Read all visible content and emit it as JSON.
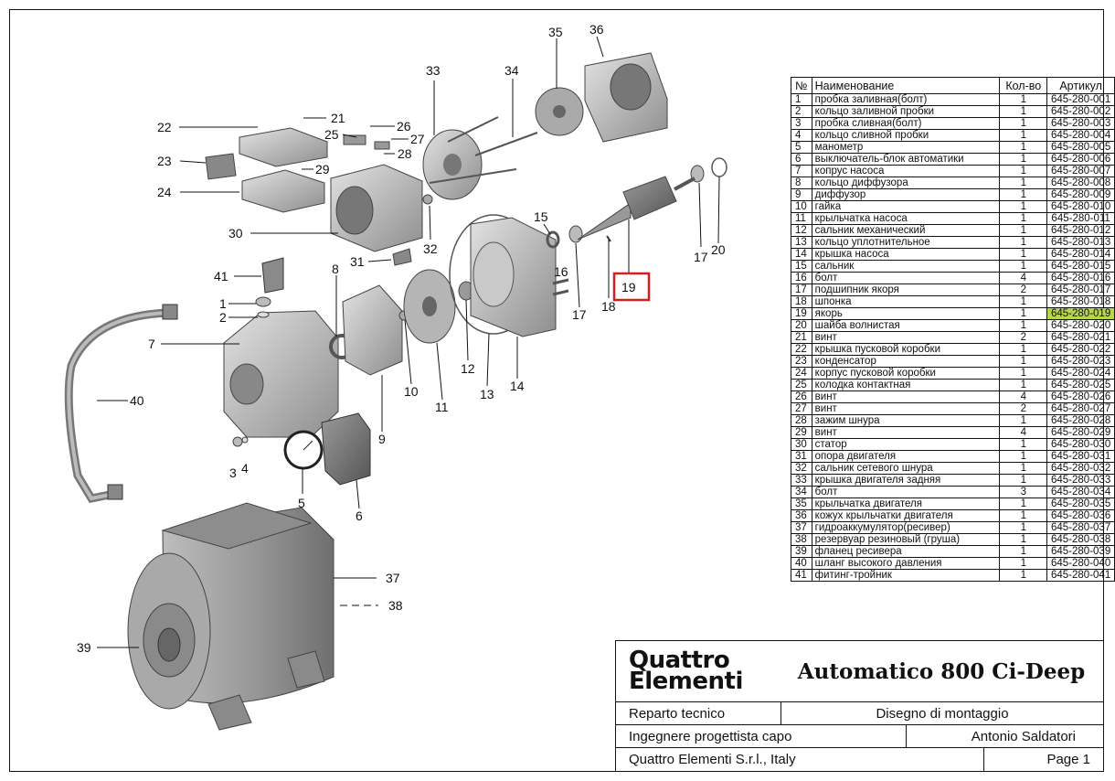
{
  "parts_table": {
    "headers": {
      "no": "№",
      "name": "Наименование",
      "qty": "Кол-во",
      "article": "Артикул"
    },
    "rows": [
      {
        "no": "1",
        "name": "пробка заливная(болт)",
        "qty": "1",
        "article": "645-280-001"
      },
      {
        "no": "2",
        "name": "кольцо заливной пробки",
        "qty": "1",
        "article": "645-280-002"
      },
      {
        "no": "3",
        "name": "пробка сливная(болт)",
        "qty": "1",
        "article": "645-280-003"
      },
      {
        "no": "4",
        "name": "кольцо сливной пробки",
        "qty": "1",
        "article": "645-280-004"
      },
      {
        "no": "5",
        "name": "манометр",
        "qty": "1",
        "article": "645-280-005"
      },
      {
        "no": "6",
        "name": "выключатель-блок автоматики",
        "qty": "1",
        "article": "645-280-006"
      },
      {
        "no": "7",
        "name": "копрус насоса",
        "qty": "1",
        "article": "645-280-007"
      },
      {
        "no": "8",
        "name": "кольцо диффузора",
        "qty": "1",
        "article": "645-280-008"
      },
      {
        "no": "9",
        "name": "диффузор",
        "qty": "1",
        "article": "645-280-009"
      },
      {
        "no": "10",
        "name": "гайка",
        "qty": "1",
        "article": "645-280-010"
      },
      {
        "no": "11",
        "name": "крыльчатка насоса",
        "qty": "1",
        "article": "645-280-011"
      },
      {
        "no": "12",
        "name": "сальник механический",
        "qty": "1",
        "article": "645-280-012"
      },
      {
        "no": "13",
        "name": "кольцо уплотнительное",
        "qty": "1",
        "article": "645-280-013"
      },
      {
        "no": "14",
        "name": "крышка насоса",
        "qty": "1",
        "article": "645-280-014"
      },
      {
        "no": "15",
        "name": "сальник",
        "qty": "1",
        "article": "645-280-015"
      },
      {
        "no": "16",
        "name": "болт",
        "qty": "4",
        "article": "645-280-016"
      },
      {
        "no": "17",
        "name": "подшипник якоря",
        "qty": "2",
        "article": "645-280-017"
      },
      {
        "no": "18",
        "name": "шпонка",
        "qty": "1",
        "article": "645-280-018"
      },
      {
        "no": "19",
        "name": "якорь",
        "qty": "1",
        "article": "645-280-019",
        "highlight": true
      },
      {
        "no": "20",
        "name": "шайба волнистая",
        "qty": "1",
        "article": "645-280-020"
      },
      {
        "no": "21",
        "name": "винт",
        "qty": "2",
        "article": "645-280-021"
      },
      {
        "no": "22",
        "name": "крышка пусковой коробки",
        "qty": "1",
        "article": "645-280-022"
      },
      {
        "no": "23",
        "name": "конденсатор",
        "qty": "1",
        "article": "645-280-023"
      },
      {
        "no": "24",
        "name": "корпус пусковой коробки",
        "qty": "1",
        "article": "645-280-024"
      },
      {
        "no": "25",
        "name": "колодка контактная",
        "qty": "1",
        "article": "645-280-025"
      },
      {
        "no": "26",
        "name": "винт",
        "qty": "4",
        "article": "645-280-026"
      },
      {
        "no": "27",
        "name": "винт",
        "qty": "2",
        "article": "645-280-027"
      },
      {
        "no": "28",
        "name": "зажим шнура",
        "qty": "1",
        "article": "645-280-028"
      },
      {
        "no": "29",
        "name": "винт",
        "qty": "4",
        "article": "645-280-029"
      },
      {
        "no": "30",
        "name": "статор",
        "qty": "1",
        "article": "645-280-030"
      },
      {
        "no": "31",
        "name": "опора двигателя",
        "qty": "1",
        "article": "645-280-031"
      },
      {
        "no": "32",
        "name": "сальник сетевого шнура",
        "qty": "1",
        "article": "645-280-032"
      },
      {
        "no": "33",
        "name": "крышка двигателя задняя",
        "qty": "1",
        "article": "645-280-033"
      },
      {
        "no": "34",
        "name": "болт",
        "qty": "3",
        "article": "645-280-034"
      },
      {
        "no": "35",
        "name": "крыльчатка двигателя",
        "qty": "1",
        "article": "645-280-035"
      },
      {
        "no": "36",
        "name": "кожух крыльчатки двигателя",
        "qty": "1",
        "article": "645-280-036"
      },
      {
        "no": "37",
        "name": "гидроаккумулятор(ресивер)",
        "qty": "1",
        "article": "645-280-037"
      },
      {
        "no": "38",
        "name": "резервуар резиновый (груша)",
        "qty": "1",
        "article": "645-280-038"
      },
      {
        "no": "39",
        "name": "фланец ресивера",
        "qty": "1",
        "article": "645-280-039"
      },
      {
        "no": "40",
        "name": "шланг высокого давления",
        "qty": "1",
        "article": "645-280-040"
      },
      {
        "no": "41",
        "name": "фитинг-тройник",
        "qty": "1",
        "article": "645-280-041"
      }
    ]
  },
  "title_block": {
    "logo_line1": "Quattro",
    "logo_line2": "Elementi",
    "model": "Automatico 800 Ci-Deep",
    "department": "Reparto tecnico",
    "drawing_type": "Disegno di montaggio",
    "role": "Ingegnere progettista capo",
    "engineer": "Antonio Saldatori",
    "company": "Quattro Elementi S.r.l., Italy",
    "page": "Page 1"
  },
  "diagram": {
    "highlight_color": "#b7d64b",
    "box_color": "#d11f1f",
    "callouts": [
      "1",
      "2",
      "3",
      "4",
      "5",
      "6",
      "7",
      "8",
      "9",
      "10",
      "11",
      "12",
      "13",
      "14",
      "15",
      "16",
      "17",
      "17",
      "18",
      "19",
      "20",
      "21",
      "22",
      "23",
      "24",
      "25",
      "26",
      "27",
      "28",
      "29",
      "30",
      "31",
      "32",
      "33",
      "34",
      "35",
      "36",
      "37",
      "38",
      "39",
      "40",
      "41"
    ]
  }
}
